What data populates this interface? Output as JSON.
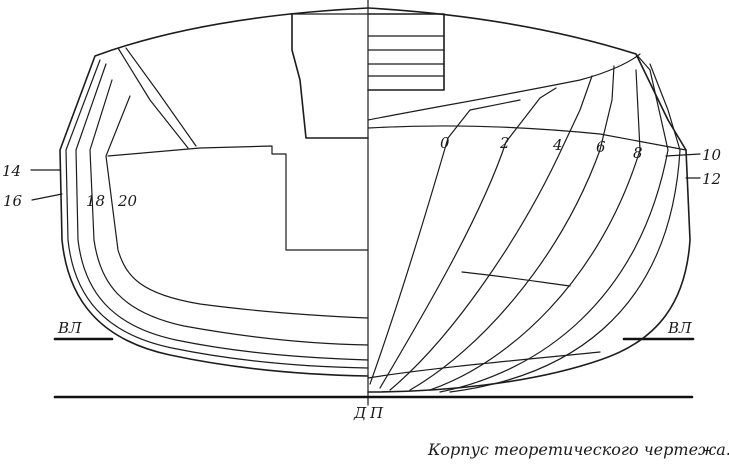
{
  "caption": "Корпус теоретического чертежа.",
  "labels": {
    "stern_stations": [
      "14",
      "16",
      "18",
      "20"
    ],
    "bow_stations": [
      "0",
      "2",
      "4",
      "6",
      "8",
      "10",
      "12"
    ],
    "waterline_left": "ВЛ",
    "waterline_right": "ВЛ",
    "baseline_left": "Д",
    "baseline_right": "П"
  },
  "colors": {
    "ink": "#1c1c1c",
    "paper": "#ffffff"
  }
}
